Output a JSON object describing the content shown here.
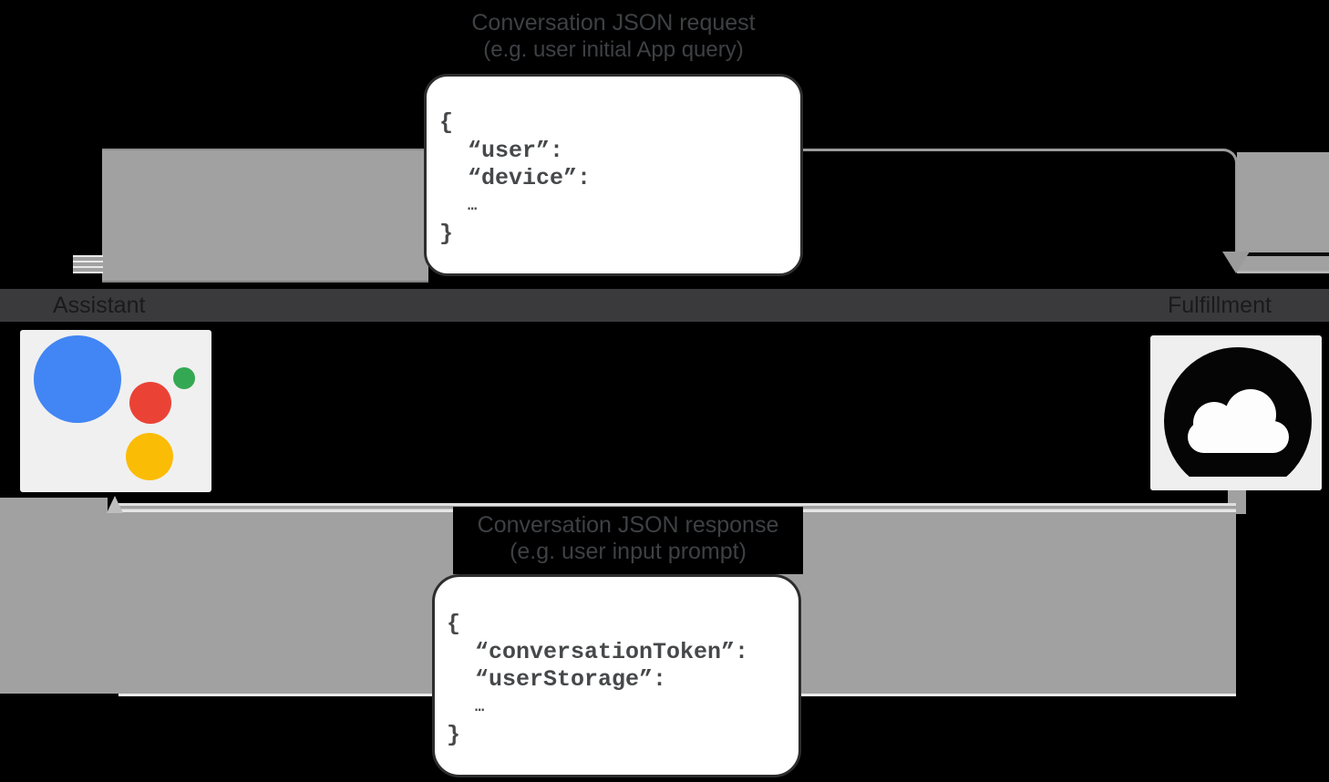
{
  "request_flow": {
    "title": "Conversation JSON request",
    "subtitle": "(e.g. user initial App query)",
    "json": {
      "open": "{",
      "line1": "“user”:",
      "line2": "“device”:",
      "ellipsis": "…",
      "close": "}"
    }
  },
  "response_flow": {
    "title": "Conversation JSON response",
    "subtitle": "(e.g. user input prompt)",
    "json": {
      "open": "{",
      "line1": "“conversationToken”:",
      "line2": "“userStorage”:",
      "ellipsis": "…",
      "close": "}"
    }
  },
  "actors": {
    "assistant": {
      "label": "Assistant"
    },
    "fulfillment": {
      "label": "Fulfillment"
    }
  },
  "colors": {
    "arrow_gray": "#a1a1a1",
    "band_dark": "#3a3a3c",
    "label_text": "#3e4144",
    "card_border": "#2d2d2d",
    "assistant_blue": "#4285f4",
    "assistant_red": "#ea4335",
    "assistant_green": "#34a853",
    "assistant_yellow": "#fbbc05",
    "icon_background": "#f0f0f0",
    "cloud_black": "#050505"
  }
}
